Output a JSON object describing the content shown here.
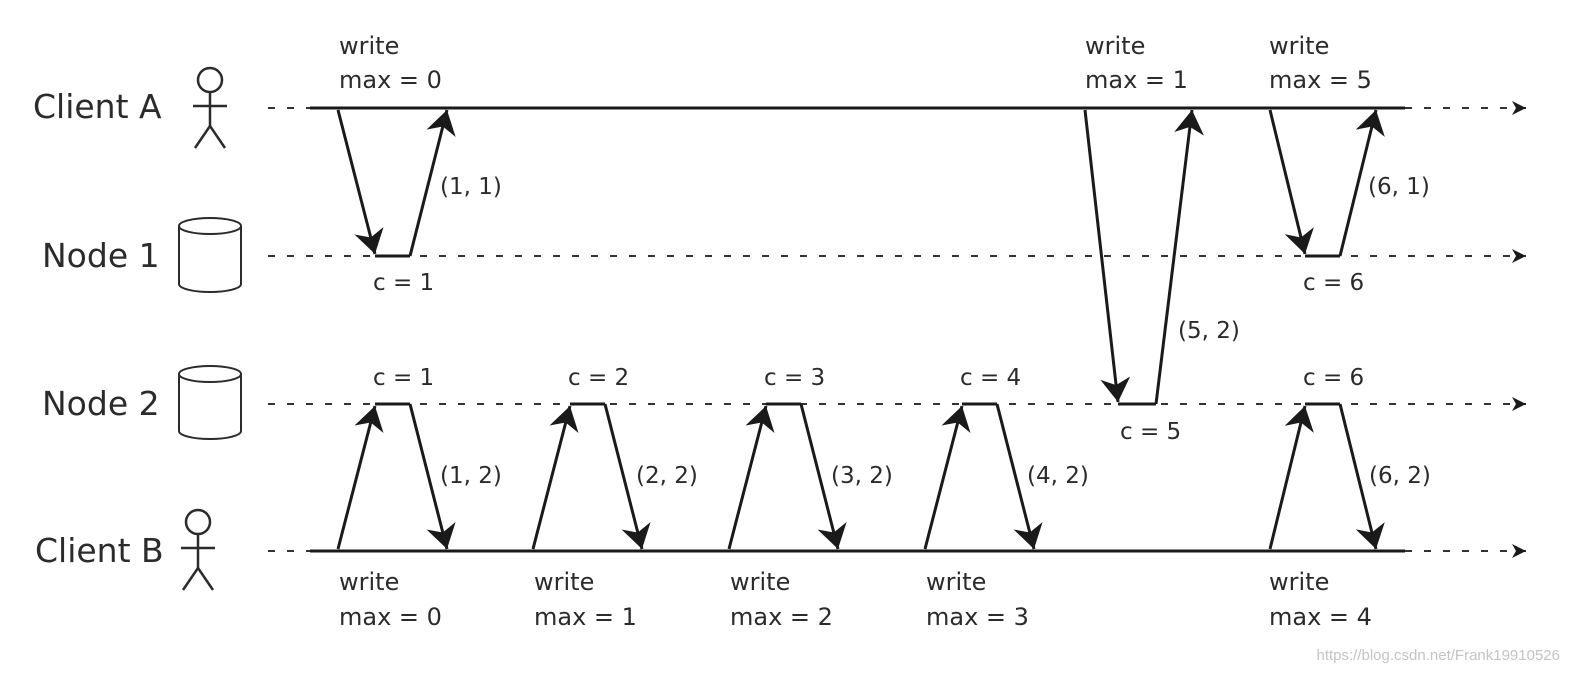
{
  "actors": [
    {
      "id": "client-a",
      "label": "Client A",
      "kind": "person"
    },
    {
      "id": "node-1",
      "label": "Node 1",
      "kind": "database"
    },
    {
      "id": "node-2",
      "label": "Node 2",
      "kind": "database"
    },
    {
      "id": "client-b",
      "label": "Client B",
      "kind": "person"
    }
  ],
  "client_a_writes": [
    {
      "line1": "write",
      "line2": "max = 0"
    },
    {
      "line1": "write",
      "line2": "max = 1"
    },
    {
      "line1": "write",
      "line2": "max = 5"
    }
  ],
  "client_b_writes": [
    {
      "line1": "write",
      "line2": "max = 0"
    },
    {
      "line1": "write",
      "line2": "max = 1"
    },
    {
      "line1": "write",
      "line2": "max = 2"
    },
    {
      "line1": "write",
      "line2": "max = 3"
    },
    {
      "line1": "write",
      "line2": "max = 4"
    }
  ],
  "node1_counters": [
    "c = 1",
    "c = 6"
  ],
  "node2_counters": [
    "c = 1",
    "c = 2",
    "c = 3",
    "c = 4",
    "c = 5",
    "c = 6"
  ],
  "responses": {
    "a1": "(1, 1)",
    "a2": "(5, 2)",
    "a3": "(6, 1)",
    "b1": "(1, 2)",
    "b2": "(2, 2)",
    "b3": "(3, 2)",
    "b4": "(4, 2)",
    "b5": "(6, 2)"
  },
  "watermark": "https://blog.csdn.net/Frank19910526"
}
